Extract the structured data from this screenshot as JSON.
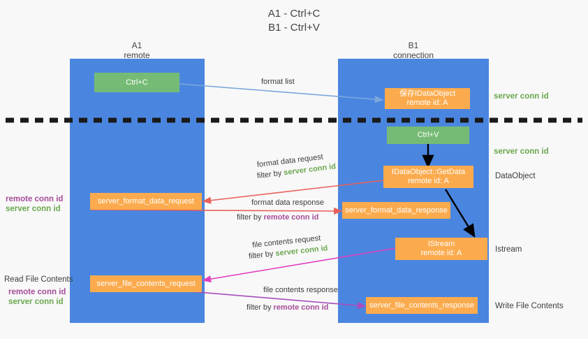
{
  "title": {
    "line1": "A1 - Ctrl+C",
    "line2": "B1 - Ctrl+V"
  },
  "columns": [
    {
      "name": "A1",
      "sub": "remote"
    },
    {
      "name": "B1",
      "sub": "connection"
    }
  ],
  "boxes": {
    "ctrl_c": "Ctrl+C",
    "save_idataobject": {
      "line1": "保存IDataObject",
      "line2": "remote id: A"
    },
    "ctrl_v": "Ctrl+V",
    "getdata": {
      "line1": "IDataObject::GetData",
      "line2": "remote id: A"
    },
    "istream": {
      "line1": "IStream",
      "line2": "remote id: A"
    },
    "server_format_data_request": "server_format_data_request",
    "server_format_data_response": "server_format_data_response",
    "server_file_contents_request": "server_file_contents_request",
    "server_file_contents_response": "server_file_contents_response"
  },
  "edges": {
    "format_list": "format list",
    "format_data_request": "format data request",
    "format_data_request_filter_prefix": "filter by ",
    "format_data_request_filter_value": "server conn id",
    "format_data_response": "format data response",
    "format_data_response_filter_prefix": "filter by ",
    "format_data_response_filter_value": "remote conn id",
    "file_contents_request": "file contents request",
    "file_contents_request_filter_prefix": "filter by ",
    "file_contents_request_filter_value": "server conn id",
    "file_contents_response": "file contents response",
    "file_contents_response_filter_prefix": "filter by ",
    "file_contents_response_filter_value": "remote conn id"
  },
  "right_labels": {
    "server_conn_id_top": "server conn id",
    "server_conn_id_mid": "server conn id",
    "dataobject": "DataObject",
    "istream": "Istream",
    "write_file_contents": "Write File Contents"
  },
  "left_labels": {
    "remote_conn_id_upper": "remote conn id",
    "server_conn_id_upper": "server conn id",
    "read_file_contents": "Read File Contents",
    "remote_conn_id_lower": "remote conn id",
    "server_conn_id_lower": "server conn id"
  },
  "colors": {
    "lane": "#4a86e0",
    "green_box": "#76bb75",
    "orange_box": "#fbab4e",
    "server_conn_id": "#6aa84f",
    "remote_conn_id": "#a64d9a",
    "arrow_blue": "#7ba7dd",
    "arrow_red": "#e8615c",
    "arrow_magenta": "#e040c0",
    "arrow_purple": "#a64dbf",
    "arrow_black": "#000000",
    "divider": "#1a1a1a"
  }
}
